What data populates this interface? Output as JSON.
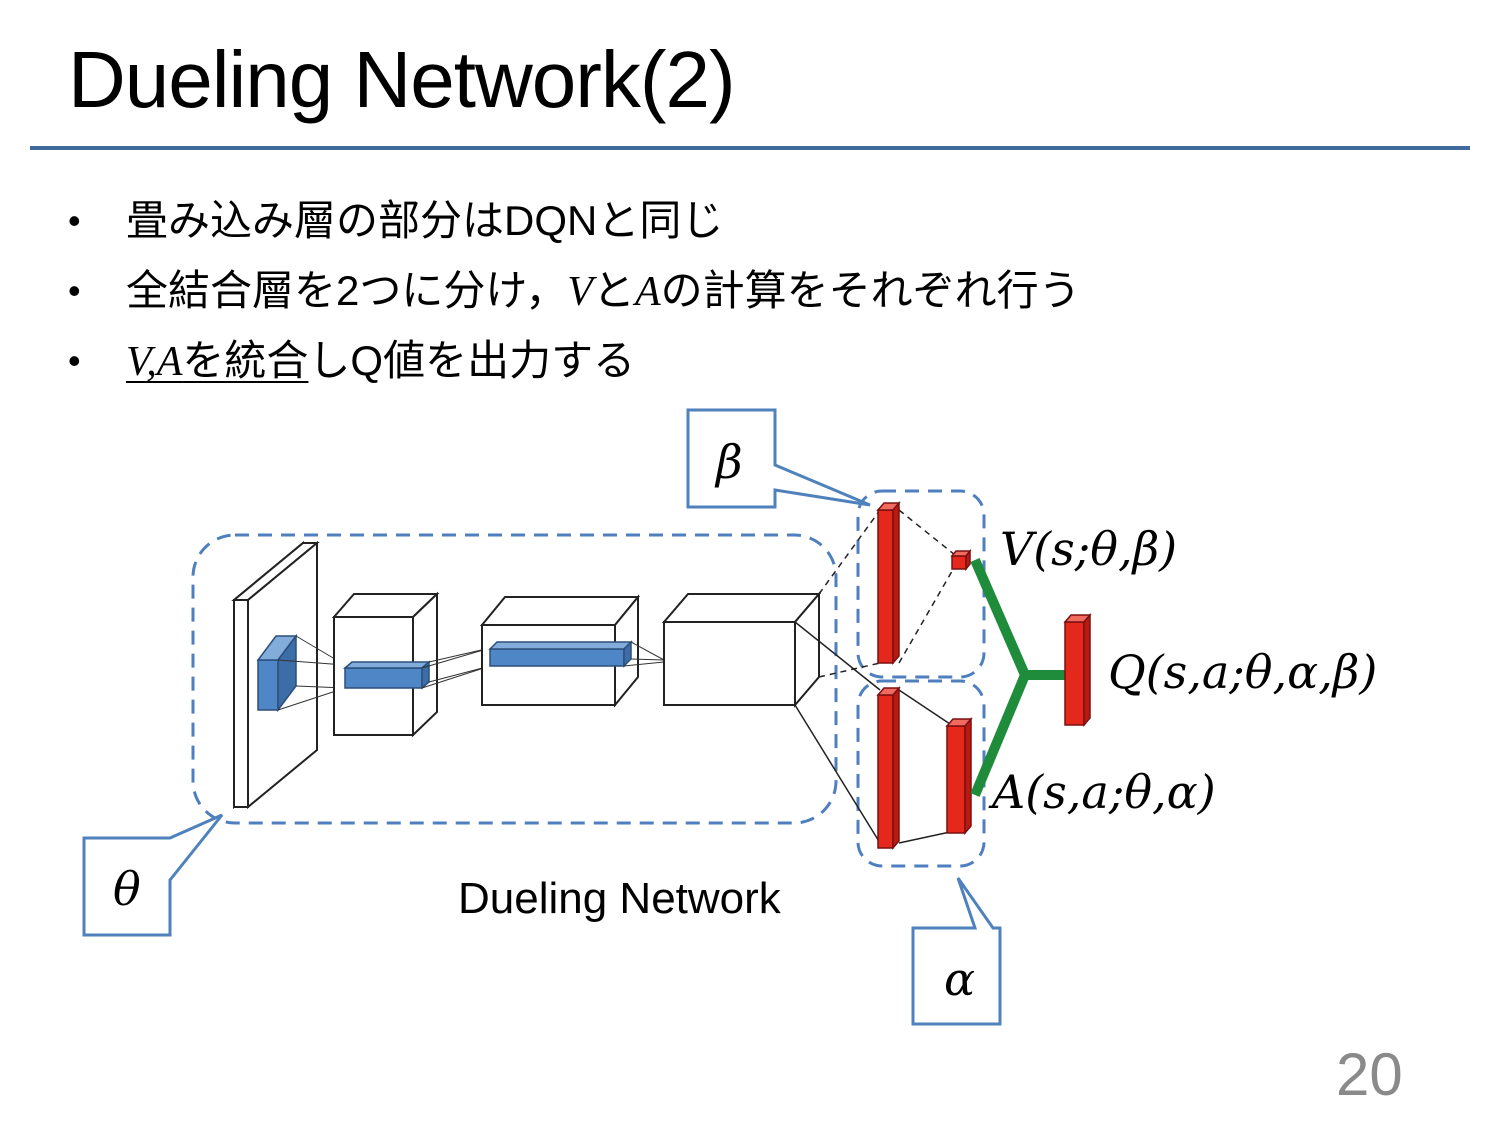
{
  "slide": {
    "title": "Dueling Network(2)",
    "page_number": "20",
    "accent_color": "#3f6a9b"
  },
  "bullets": [
    {
      "pre": "畳み込み層の部分はDQNと同じ"
    },
    {
      "pre": "全結合層を2つに分け，",
      "v": "V",
      "mid": "と",
      "a": "A",
      "post": "の計算をそれぞれ行う"
    },
    {
      "under_it": "V,A",
      "under_text": "を統合",
      "post": "しQ値を出力する"
    }
  ],
  "diagram": {
    "caption": "Dueling Network",
    "params": {
      "theta": "θ",
      "beta": "β",
      "alpha": "α"
    },
    "outputs": {
      "value": "V(s;θ,β)",
      "advantage": "A(s,a;θ,α)",
      "q": "Q(s,a;θ,α,β)"
    },
    "colors": {
      "conv_block": "#5b8fc8",
      "fc_block": "#e4281c",
      "aggregator": "#1e8c3a",
      "dashed_group": "#4f7fbf",
      "callout_border": "#4f81bd"
    }
  }
}
